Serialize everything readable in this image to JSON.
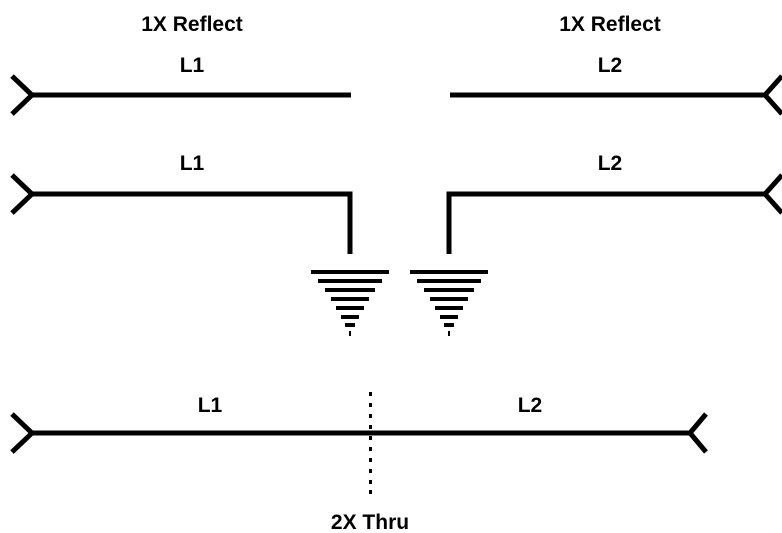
{
  "diagram": {
    "top_left_title": "1X Reflect",
    "top_right_title": "1X Reflect",
    "open_row": {
      "left_label": "L1",
      "right_label": "L2"
    },
    "short_row": {
      "left_label": "L1",
      "right_label": "L2"
    },
    "thru_row": {
      "left_label": "L1",
      "right_label": "L2",
      "caption": "2X Thru"
    }
  },
  "colors": {
    "line": "#000000",
    "background": "#ffffff"
  }
}
